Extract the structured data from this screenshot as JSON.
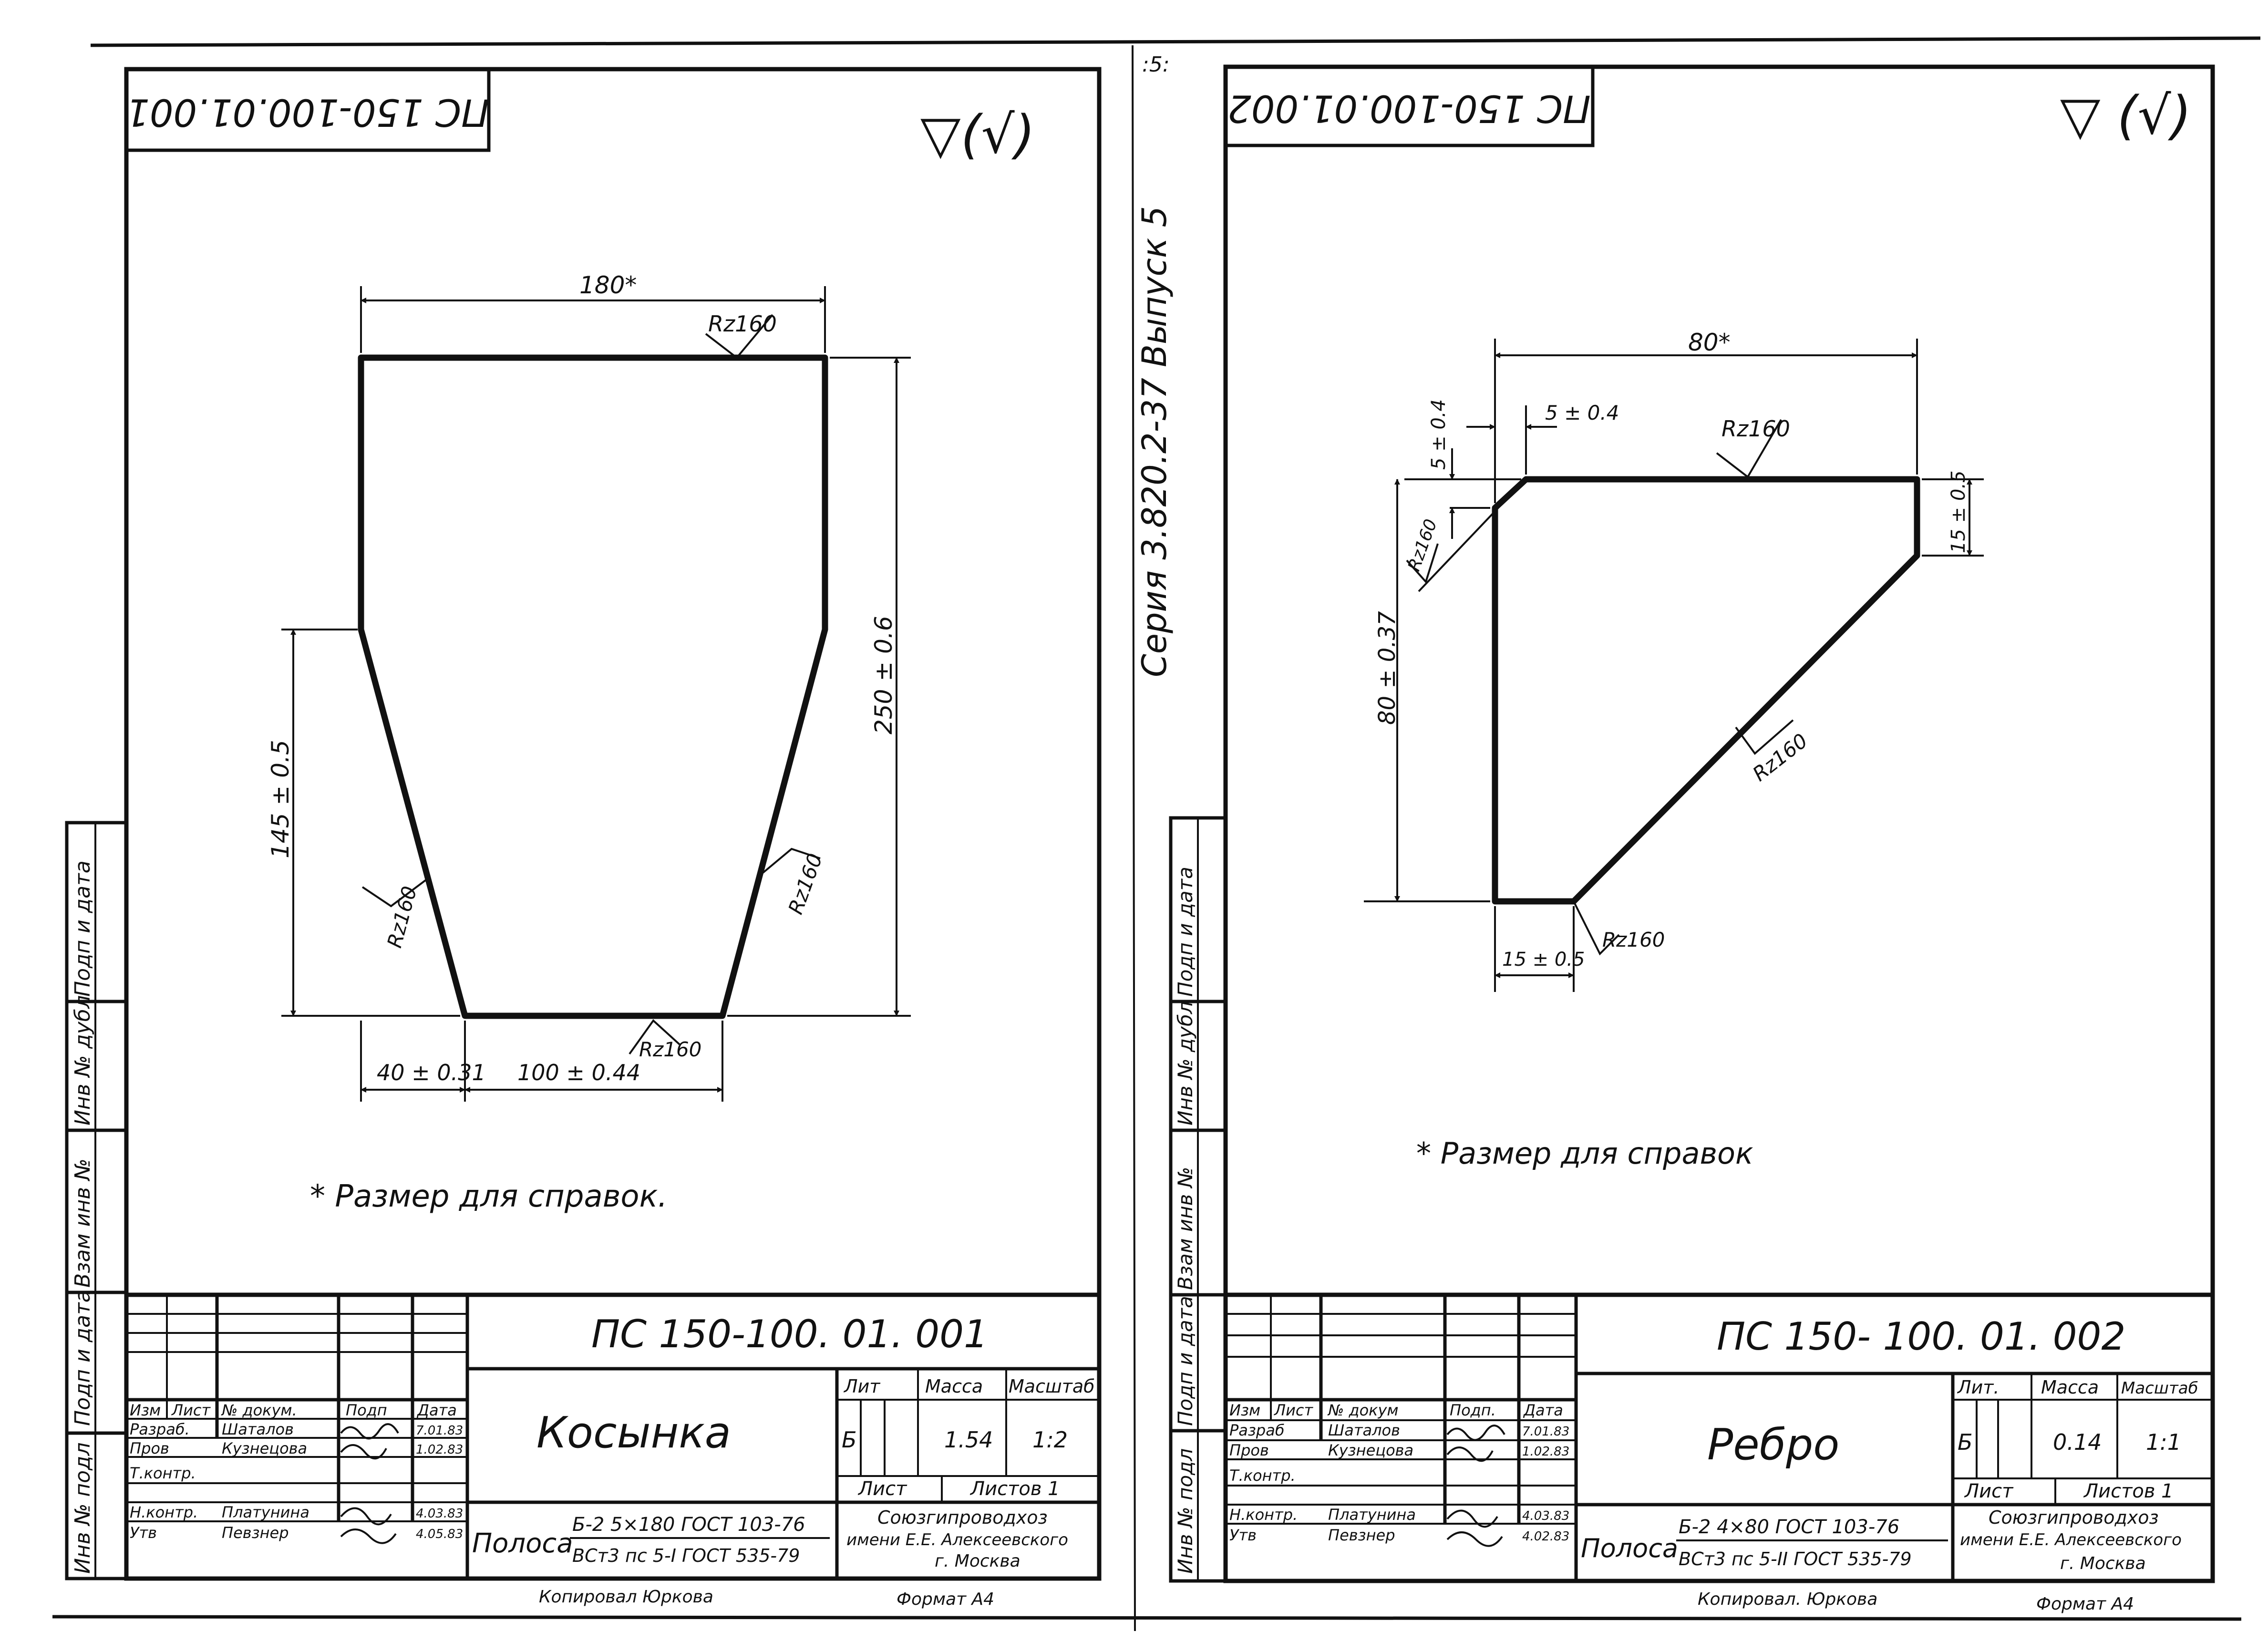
{
  "series_label": "Серия  3.820.2-37   Выпуск 5",
  "page_marker": ":5:",
  "left_sheet": {
    "stamp_mirror": "ПС 150-100.01.001",
    "roughness_general": "▽(√)",
    "dims": {
      "top_width": "180*",
      "height_right": "250 ± 0.6",
      "height_left": "145 ± 0.5",
      "bottom_left": "40 ± 0.31",
      "bottom_mid": "100 ± 0.44"
    },
    "roughness": {
      "top": "Rz160",
      "left": "Rz160",
      "right": "Rz160",
      "bottom": "Rz160"
    },
    "note": "* Размер    для    справок.",
    "side_labels": [
      "Инв № подл",
      "Подп и дата",
      "Взам инв №",
      "Инв № дубл",
      "Подп и дата"
    ],
    "title_block": {
      "code": "ПС 150-100. 01. 001",
      "name": "Косынка",
      "headers": {
        "izm": "Изм",
        "list": "Лист",
        "doc": "№ докум.",
        "sign": "Подп",
        "date": "Дата"
      },
      "rows": [
        {
          "role": "Разраб.",
          "name": "Шаталов",
          "date": "7.01.83"
        },
        {
          "role": "Пров",
          "name": "Кузнецова",
          "date": "1.02.83"
        },
        {
          "role": "Т.контр.",
          "name": "",
          "date": ""
        },
        {
          "role": "Н.контр.",
          "name": "Платунина",
          "date": "4.03.83"
        },
        {
          "role": "Утв",
          "name": "Певзнер",
          "date": "4.05.83"
        }
      ],
      "lit_label": "Лит",
      "mass_label": "Масса",
      "scale_label": "Масштаб",
      "lit_value": "Б",
      "mass_value": "1.54",
      "scale_value": "1:2",
      "sheet_label": "Лист",
      "sheets_label": "Листов 1",
      "material_word": "Полоса",
      "material_top": "Б-2  5×180 ГОСТ 103-76",
      "material_bottom": "ВСт3 пс 5-I ГОСТ 535-79",
      "org_1": "Союзгипроводхоз",
      "org_2": "имени Е.Е. Алексеевского",
      "org_3": "г. Москва",
      "copied": "Копировал    Юркова",
      "format": "Формат  А4"
    }
  },
  "right_sheet": {
    "stamp_mirror": "ПС 150-100.01.002",
    "roughness_general": "▽ (√)",
    "dims": {
      "top_width": "80*",
      "chamfer_x": "5 ± 0.4",
      "chamfer_y": "5 ± 0.4",
      "height_left": "80 ± 0.37",
      "right_edge": "15 ± 0.5",
      "bottom": "15 ± 0.5"
    },
    "roughness": {
      "top": "Rz160",
      "chamfer": "Rz160",
      "diag": "Rz160",
      "bottom": "Rz160"
    },
    "note": "* Размер     для     справок",
    "side_labels": [
      "Инв № подл",
      "Подп и дата",
      "Взам инв №",
      "Инв № дубл",
      "Подп и дата"
    ],
    "title_block": {
      "code": "ПС 150- 100. 01. 002",
      "name": "Ребро",
      "headers": {
        "izm": "Изм",
        "list": "Лист",
        "doc": "№ докум",
        "sign": "Подп.",
        "date": "Дата"
      },
      "rows": [
        {
          "role": "Разраб",
          "name": "Шаталов",
          "date": "7.01.83"
        },
        {
          "role": "Пров",
          "name": "Кузнецова",
          "date": "1.02.83"
        },
        {
          "role": "Т.контр.",
          "name": "",
          "date": ""
        },
        {
          "role": "Н.контр.",
          "name": "Платунина",
          "date": "4.03.83"
        },
        {
          "role": "Утв",
          "name": "Певзнер",
          "date": "4.02.83"
        }
      ],
      "lit_label": "Лит.",
      "mass_label": "Масса",
      "scale_label": "Масштаб",
      "lit_value": "Б",
      "mass_value": "0.14",
      "scale_value": "1:1",
      "sheet_label": "Лист",
      "sheets_label": "Листов 1",
      "material_word": "Полоса",
      "material_top": "Б-2  4×80 ГОСТ 103-76",
      "material_bottom": "ВСт3 пс 5-II ГОСТ 535-79",
      "org_1": "Союзгипроводхоз",
      "org_2": "имени Е.Е. Алексеевского",
      "org_3": "г. Москва",
      "copied": "Копировал.  Юркова",
      "format": "Формат  А4"
    }
  }
}
